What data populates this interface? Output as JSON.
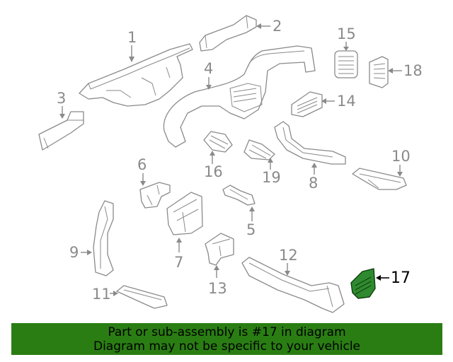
{
  "diagram": {
    "callouts": [
      {
        "label": "1"
      },
      {
        "label": "2"
      },
      {
        "label": "3"
      },
      {
        "label": "4"
      },
      {
        "label": "5"
      },
      {
        "label": "6"
      },
      {
        "label": "7"
      },
      {
        "label": "8"
      },
      {
        "label": "9"
      },
      {
        "label": "10"
      },
      {
        "label": "11"
      },
      {
        "label": "12"
      },
      {
        "label": "13"
      },
      {
        "label": "14"
      },
      {
        "label": "15"
      },
      {
        "label": "16"
      },
      {
        "label": "17"
      },
      {
        "label": "18"
      },
      {
        "label": "19"
      }
    ],
    "highlight_part": "17",
    "colors": {
      "line": "#8a8a8a",
      "highlight_fill": "#2f8a2f",
      "banner_bg": "#2a7d13"
    }
  },
  "banner": {
    "line1": "Part or sub-assembly is #17 in diagram",
    "line2": "Diagram may not be specific to your vehicle"
  }
}
